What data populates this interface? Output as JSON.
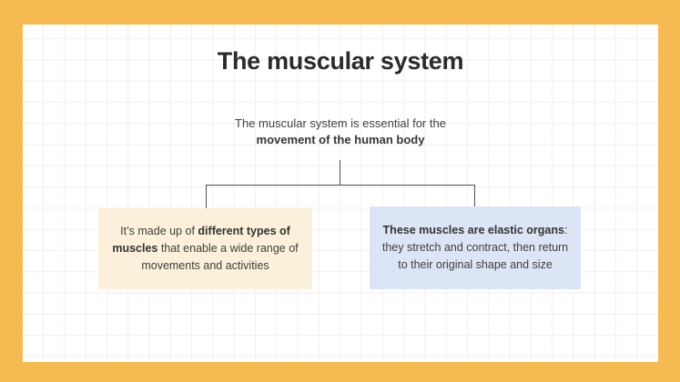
{
  "slide": {
    "title": "The muscular system",
    "intro": {
      "line1": "The muscular system is essential for the",
      "line2": "movement of the human body"
    },
    "diagram": {
      "type": "tree",
      "root": "intro-text",
      "children": [
        "muscle-types-box",
        "elastic-organs-box"
      ],
      "connector_color": "#4f4f4f"
    },
    "boxes": [
      {
        "id": "muscle-types",
        "background": "#fbf0d9",
        "segments": [
          {
            "text": "It’s made up of ",
            "bold": false
          },
          {
            "text": "different types of muscles",
            "bold": true
          },
          {
            "text": " that enable a wide range of movements and activities",
            "bold": false
          }
        ]
      },
      {
        "id": "elastic-organs",
        "background": "#dce5f5",
        "segments": [
          {
            "text": "These muscles are elastic organs",
            "bold": true
          },
          {
            "text": ": they stretch and contract, then return to their original shape and size",
            "bold": false
          }
        ]
      }
    ],
    "colors": {
      "frame": "#f6ba52",
      "canvas": "#ffffff",
      "grid_line": "#f4f0e9",
      "title_text": "#2b2b2b",
      "body_text": "#3f3f3f",
      "connector": "#4f4f4f",
      "left_box_bg": "#fbf0d9",
      "right_box_bg": "#dce5f5"
    }
  }
}
